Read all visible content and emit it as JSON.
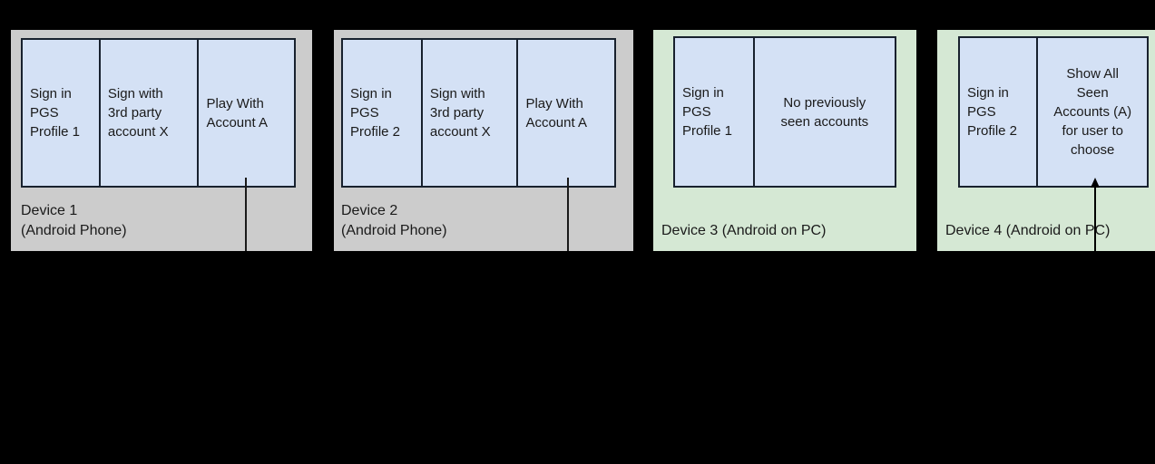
{
  "diagram": {
    "type": "flow-lanes",
    "background_color": "#000000",
    "colors": {
      "phone_panel": "#cccccc",
      "pc_panel": "#d5e8d4",
      "screen_box": "#d4e1f5",
      "stroke": "#18212e",
      "text": "#1a1a1a"
    },
    "panels": [
      {
        "id": "device-1",
        "label": "Device 1\n(Android Phone)",
        "kind": "Android Phone",
        "steps": [
          {
            "text": "Sign in\nPGS\nProfile 1",
            "align": "left"
          },
          {
            "text": "Sign with\n3rd party\naccount X",
            "align": "left"
          },
          {
            "text": "Play With\nAccount A",
            "align": "left"
          }
        ]
      },
      {
        "id": "device-2",
        "label": "Device 2\n(Android Phone)",
        "kind": "Android Phone",
        "steps": [
          {
            "text": "Sign in\nPGS\nProfile 2",
            "align": "left"
          },
          {
            "text": "Sign with\n3rd party\naccount X",
            "align": "left"
          },
          {
            "text": "Play With\nAccount A",
            "align": "left"
          }
        ]
      },
      {
        "id": "device-3",
        "label": "Device 3 (Android on PC)",
        "kind": "Android on PC",
        "steps": [
          {
            "text": "Sign in\nPGS\nProfile 1",
            "align": "left"
          },
          {
            "text": "No previously\nseen accounts",
            "align": "center"
          }
        ]
      },
      {
        "id": "device-4",
        "label": "Device 4 (Android on PC)",
        "kind": "Android on PC",
        "steps": [
          {
            "text": "Sign in\nPGS\nProfile 2",
            "align": "left"
          },
          {
            "text": "Show All\nSeen\nAccounts (A)\nfor user to\nchoose",
            "align": "center"
          }
        ]
      }
    ],
    "annotations": [
      {
        "id": "arrow-to-device-4-accounts",
        "kind": "arrow",
        "direction": "up"
      }
    ]
  }
}
